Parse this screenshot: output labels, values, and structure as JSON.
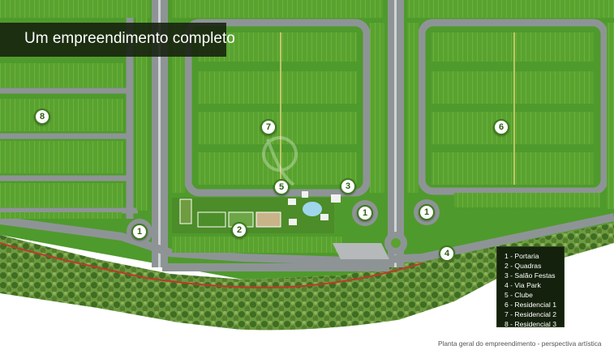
{
  "header": {
    "title": "Um empreendimento completo"
  },
  "markers": [
    {
      "id": "8"
    },
    {
      "id": "7"
    },
    {
      "id": "6"
    },
    {
      "id": "5"
    },
    {
      "id": "3"
    },
    {
      "id": "1"
    },
    {
      "id": "1"
    },
    {
      "id": "1"
    },
    {
      "id": "2"
    },
    {
      "id": "4"
    }
  ],
  "legend": {
    "items": [
      {
        "label": "1 - Portaria"
      },
      {
        "label": "2 - Quadras"
      },
      {
        "label": "3 - Salão Festas"
      },
      {
        "label": "4 - Via Park"
      },
      {
        "label": "5 - Clube"
      },
      {
        "label": "6 - Residencial 1"
      },
      {
        "label": "7 - Residencial 2"
      },
      {
        "label": "8 - Residencial 3"
      }
    ]
  },
  "caption": "Planta geral do empreendimento - perspectiva artística",
  "colors": {
    "lot_green": "#5aa230",
    "road_gray": "#8e9496",
    "background_green": "#4f9a2c",
    "trees": "#3f6d22",
    "title_bg": "#16200e",
    "legend_bg": "#14210c",
    "marker_border": "#3f7a1f",
    "path_red": "#c0392b"
  }
}
